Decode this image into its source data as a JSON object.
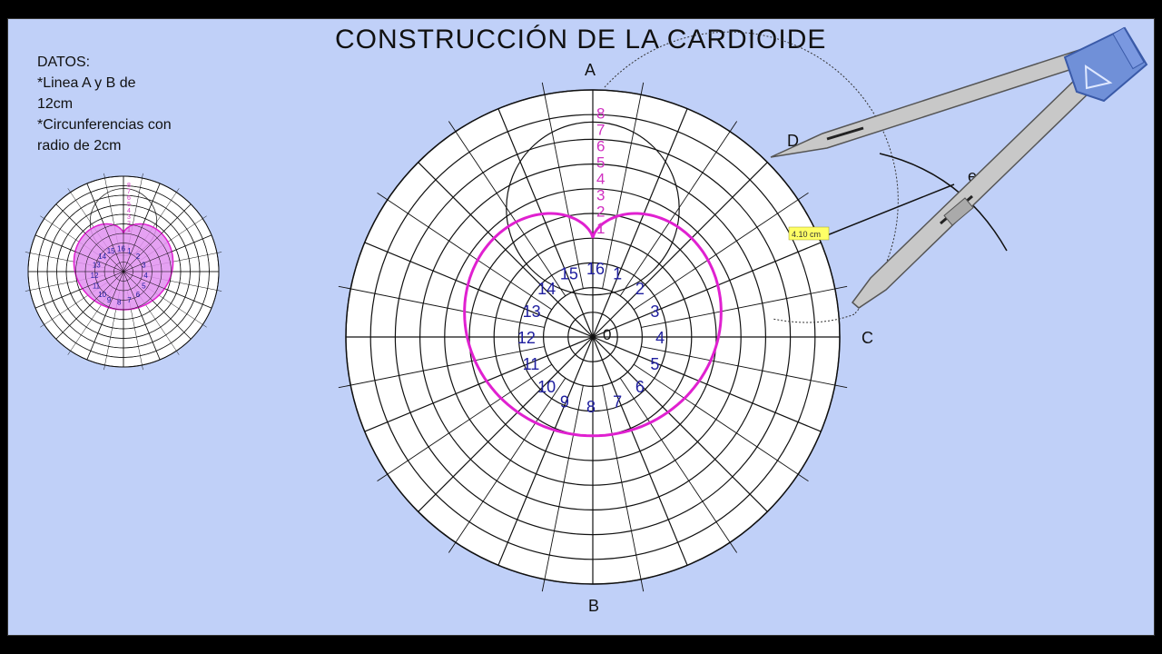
{
  "title": "CONSTRUCCIÓN DE LA CARDIOIDE",
  "datos": {
    "heading": "DATOS:",
    "lines": [
      "*Linea A y B de",
      "12cm",
      "*Circunferencias con",
      "radio de 2cm"
    ]
  },
  "points": {
    "A": "A",
    "B": "B",
    "C": "C",
    "D": "D",
    "e": "e",
    "O": "0"
  },
  "division_numbers": [
    "1",
    "2",
    "3",
    "4",
    "5",
    "6",
    "7",
    "8",
    "9",
    "10",
    "11",
    "12",
    "13",
    "14",
    "15",
    "16"
  ],
  "axis_numbers": [
    "1",
    "2",
    "3",
    "4",
    "5",
    "6",
    "7",
    "8"
  ],
  "compass_reading": "4.10 cm",
  "colors": {
    "background": "#c0d0f8",
    "cardioid": "#e020d0",
    "numbers": "#2020a0",
    "axis_numbers": "#d030c0",
    "fill_small": "#e090f0"
  }
}
